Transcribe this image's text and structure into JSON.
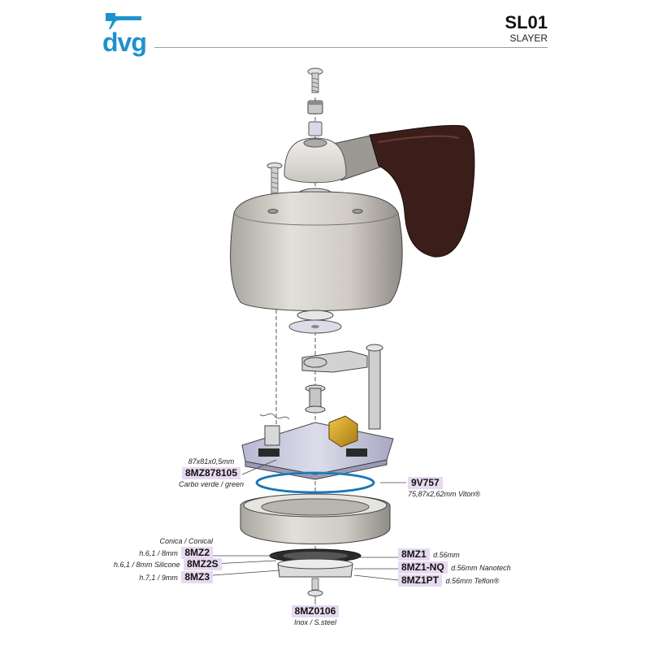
{
  "brand": {
    "logo_text": "dvg",
    "accent": "#1e92cf"
  },
  "header": {
    "model_code": "SL01",
    "model_name": "SLAYER"
  },
  "labels": {
    "plate": {
      "spec": "87x81x0,5mm",
      "code": "8MZ878105",
      "desc": "Carbo verde / green"
    },
    "oring": {
      "code": "9V757",
      "spec": "75,87x2,62mm Viton®"
    },
    "mz2": {
      "top": "Conica / Conical",
      "spec": "h.6,1 / 8mm",
      "code": "8MZ2"
    },
    "mz2s": {
      "spec": "h.6,1 / 8mm Silicone",
      "code": "8MZ2S"
    },
    "mz3": {
      "spec": "h.7,1 / 9mm",
      "code": "8MZ3"
    },
    "mz1": {
      "code": "8MZ1",
      "spec": "d.56mm"
    },
    "mz1nq": {
      "code": "8MZ1-NQ",
      "spec": "d.56mm  Nanotech"
    },
    "mz1pt": {
      "code": "8MZ1PT",
      "spec": "d.56mm Teflon®"
    },
    "screw": {
      "code": "8MZ0106",
      "desc": "Inox / S.steel"
    }
  },
  "colors": {
    "tag_bg": "#e6d9f0",
    "oring_blue": "#2a8fd6",
    "handle": "#3b1e1a",
    "metal": "#d6d3cd"
  }
}
